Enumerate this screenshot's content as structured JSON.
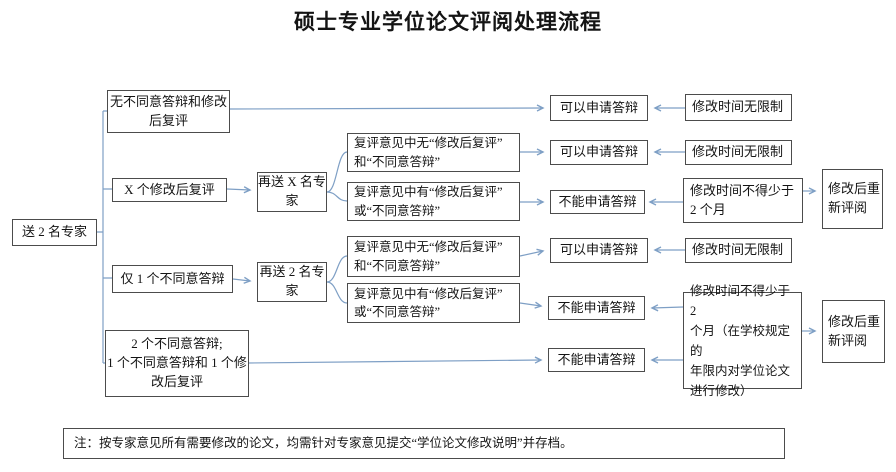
{
  "title": "硕士专业学位论文评阅处理流程",
  "colors": {
    "line": "#7e9fc5",
    "border": "#4c4c4c",
    "text": "#141414",
    "background": "#ffffff"
  },
  "labels": {
    "start": "送 2 名专家",
    "no_objection": "无不同意答辩和修改\n后复评",
    "x_revise": "X 个修改后复评",
    "one_objection": "仅 1 个不同意答辩",
    "two_objection": "2 个不同意答辩;\n1 个不同意答辩和 1 个修\n改后复评",
    "resend_x": "再送 X 名专\n家",
    "resend_2": "再送 2 名专\n家",
    "review_without": "复评意见中无“修改后复评”\n和“不同意答辩”",
    "review_with": "复评意见中有“修改后复评”\n或“不同意答辩”",
    "can_apply": "可以申请答辩",
    "cannot_apply": "不能申请答辩",
    "no_time_limit": "修改时间无限制",
    "min_two_months": "修改时间不得少于\n2 个月",
    "min_two_months_long": "修改时间不得少于 2\n个月（在学校规定的\n年限内对学位论文\n进行修改）",
    "re_review": "修改后重\n新评阅"
  },
  "note": "注：按专家意见所有需要修改的论文，均需针对专家意见提交“学位论文修改说明”并存档。"
}
